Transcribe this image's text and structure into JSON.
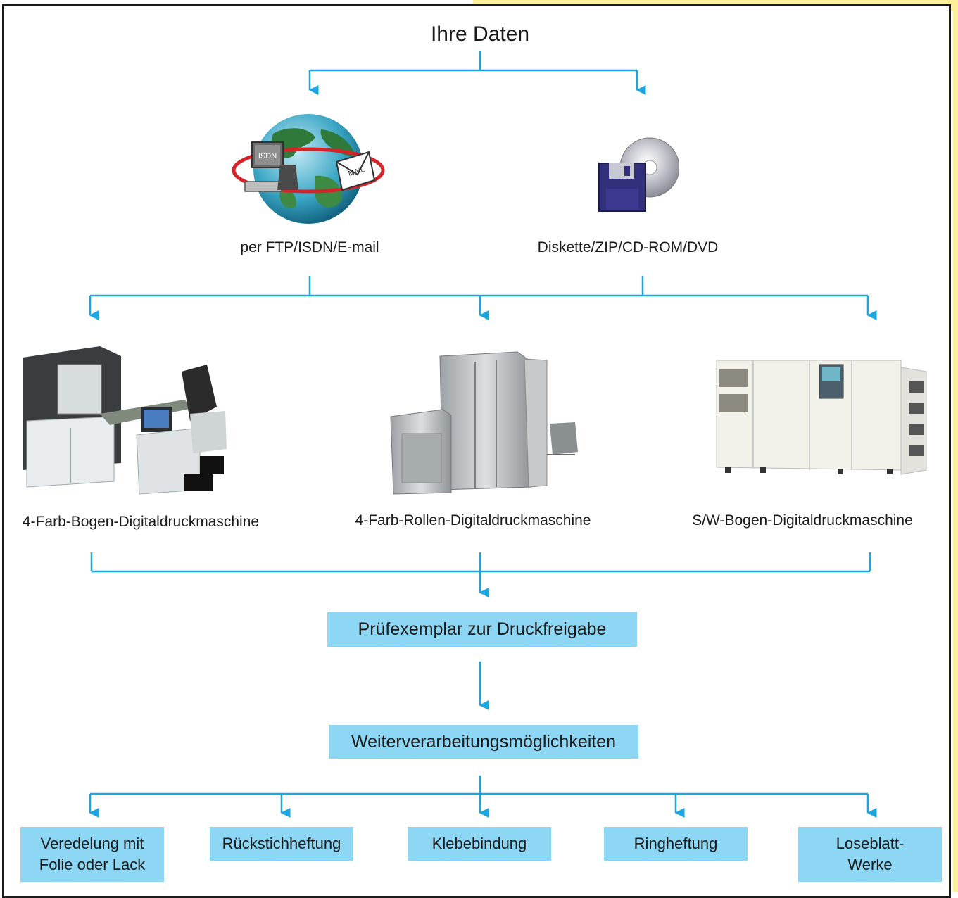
{
  "title": "Ihre Daten",
  "sources": [
    {
      "label": "per FTP/ISDN/E-mail",
      "icon": "globe-network-icon",
      "badge_top": "ISDN",
      "badge_mail": "MAIL"
    },
    {
      "label": "Diskette/ZIP/CD-ROM/DVD",
      "icon": "floppy-cd-icon"
    }
  ],
  "machines": [
    {
      "label": "4-Farb-Bogen-Digitaldruckmaschine",
      "icon": "color-sheet-press-icon"
    },
    {
      "label": "4-Farb-Rollen-Digitaldruckmaschine",
      "icon": "color-web-press-icon"
    },
    {
      "label": "S/W-Bogen-Digitaldruckmaschine",
      "icon": "bw-sheet-press-icon"
    }
  ],
  "proof": "Prüfexemplar zur Druckfreigabe",
  "finishing_title": "Weiterverarbeitungsmöglichkeiten",
  "finishing": [
    {
      "label": "Veredelung mit\nFolie oder Lack"
    },
    {
      "label": "Rückstichheftung"
    },
    {
      "label": "Klebebindung"
    },
    {
      "label": "Ringheftung"
    },
    {
      "label": "Loseblatt-\nWerke"
    }
  ],
  "colors": {
    "arrow": "#1ba6e3",
    "box": "#8dd7f5",
    "frame": "#1a1a1a",
    "accent": "#fbef9a"
  }
}
